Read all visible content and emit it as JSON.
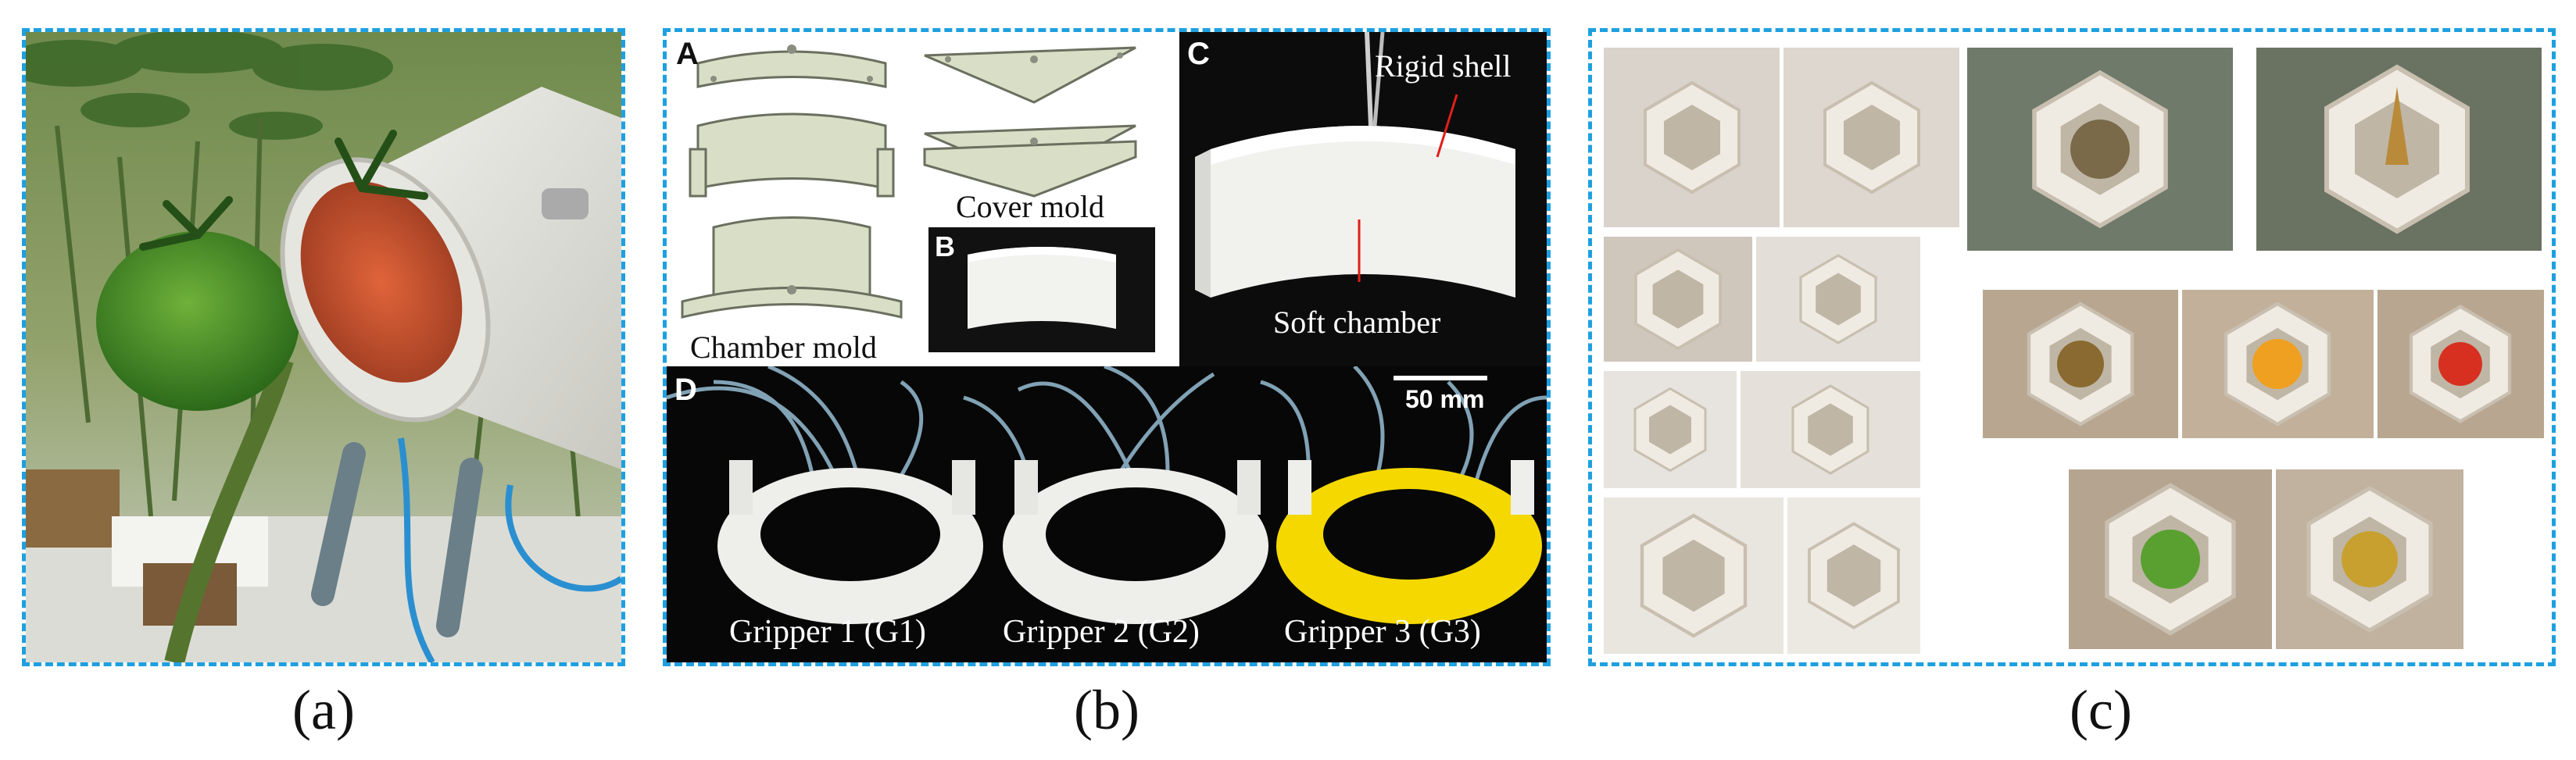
{
  "captions": {
    "a": "(a)",
    "b": "(b)",
    "c": "(c)"
  },
  "panel_b": {
    "sub_labels": [
      "A",
      "B",
      "C",
      "D"
    ],
    "chamber_mold": "Chamber mold",
    "cover_mold": "Cover mold",
    "rigid_shell": "Rigid shell",
    "soft_chamber": "Soft chamber",
    "scale_bar": "50 mm",
    "grippers": [
      "Gripper 1 (G1)",
      "Gripper 2 (G2)",
      "Gripper 3 (G3)"
    ]
  },
  "colors": {
    "border": "#1ea0e0",
    "mold": "#d9dfc6",
    "gripper_white": "#eeeeea",
    "gripper_yellow": "#f5d800"
  }
}
